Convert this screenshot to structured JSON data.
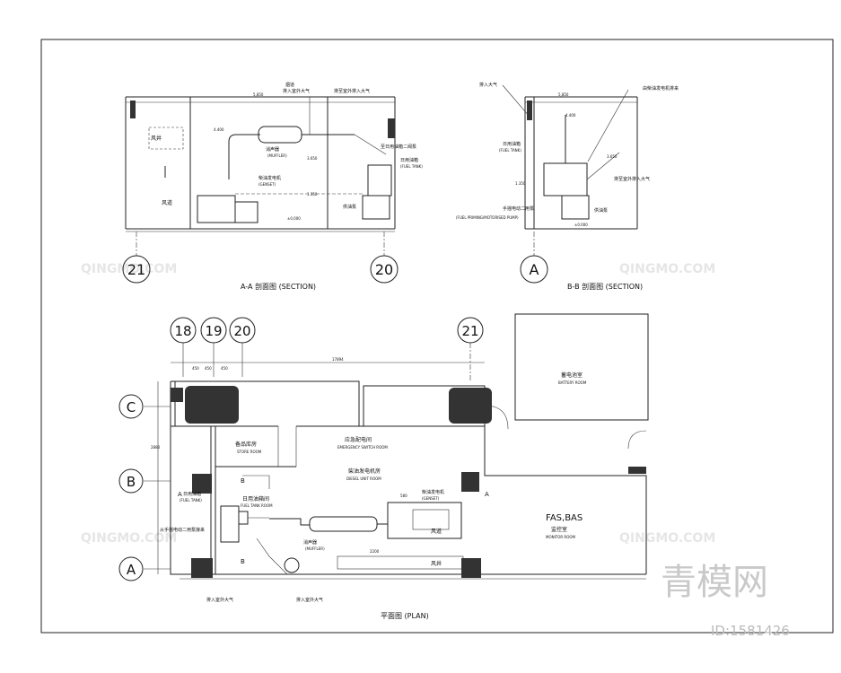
{
  "section_aa": {
    "title": "A-A 剖面图 (SECTION)",
    "labels": {
      "air_duct": "风道",
      "air_shaft": "风井",
      "exhaust_in": "排入室外大气",
      "exhaust_in2": "烟道",
      "exhaust_out": "排至室外排入大气",
      "muffler_cn": "消声器",
      "muffler_en": "(MUFFLER)",
      "genset_cn": "柴油发电机",
      "genset_en": "(GENSET)",
      "pump_cn": "供油泵",
      "fuel_tank_cn": "日用油箱",
      "fuel_tank_en": "(FUEL TANK)",
      "aux_cn": "至日用油箱二阀泵",
      "elev1": "4.400",
      "elev2": "3.650",
      "elev3": "1.350",
      "elev4": "±0.000",
      "dim1": "5,850"
    },
    "axis_left": "21",
    "axis_right": "20"
  },
  "section_bb": {
    "title": "B-B 剖面图 (SECTION)",
    "labels": {
      "exhaust": "排入大气",
      "fuel_tank_cn": "日用油箱",
      "fuel_tank_en": "(FUEL TANK)",
      "priming_cn": "手摇电动二用泵",
      "priming_en": "(FUEL PRIMING/MOTORISED PUMP)",
      "top_right": "由柴油发电机排来",
      "right_mid": "排至室外排入大气",
      "pump_cn": "供油泵",
      "elev1": "4.400",
      "elev2": "3.650",
      "elev3": "1.350",
      "elev4": "±0.000",
      "dim1": "5,850"
    },
    "axis": "A"
  },
  "plan": {
    "title": "平面图 (PLAN)",
    "axes_top": [
      "18",
      "19",
      "20",
      "21"
    ],
    "axes_left": [
      "C",
      "B",
      "A"
    ],
    "rooms": {
      "battery_cn": "蓄电池室",
      "battery_en": "BATTERY ROOM",
      "store_cn": "备品库房",
      "store_en": "STORE ROOM",
      "emergency_cn": "应急配电间",
      "emergency_en": "EMERGENCY SWITCH ROOM",
      "diesel_cn": "柴油发电机房",
      "diesel_en": "DIESEL UNIT ROOM",
      "fueltank_cn": "日用油箱间",
      "fueltank_en": "FUEL TANK ROOM",
      "monitor_cn": "监控室",
      "monitor_en": "MONITOR ROOM",
      "fas": "FAS,BAS"
    },
    "labels": {
      "fuel_tank_cn": "日用油箱",
      "fuel_tank_en": "(FUEL TANK)",
      "genset_cn": "柴油发电机",
      "genset_en": "(GENSET)",
      "muffler_cn": "消声器",
      "muffler_en": "(MUFFLER)",
      "air_duct": "风道",
      "air_shaft": "风井",
      "pump_note": "从手摇电动二用泵接来",
      "exhaust1": "排入室外大气",
      "exhaust2": "排入室外大气",
      "dim_total": "17894",
      "dim_a": "450",
      "dim_b": "450",
      "dim_c": "450",
      "dim_d": "2880",
      "dim_e": "2200",
      "dim_f": "580",
      "section_a": "A",
      "section_b": "B"
    }
  },
  "watermark": {
    "brand_cn": "青模网",
    "id": "ID:1581426",
    "site": "QINGMO.COM"
  }
}
